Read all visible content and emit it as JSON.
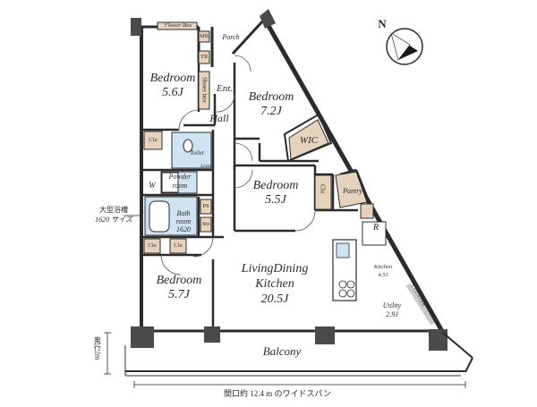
{
  "rooms": {
    "bedroom_nw": {
      "name": "Bedroom",
      "size": "5.6J"
    },
    "bedroom_ne": {
      "name": "Bedroom",
      "size": "7.2J"
    },
    "bedroom_mid": {
      "name": "Bedroom",
      "size": "5.5J"
    },
    "bedroom_sw": {
      "name": "Bedroom",
      "size": "5.7J"
    },
    "ldk": {
      "line1": "LivingDining",
      "line2": "Kitchen",
      "size": "20.5J"
    },
    "kitchen": {
      "name": "Kitchen",
      "size": "4.5J"
    },
    "utility": {
      "name": "Utility",
      "size": "2.9J"
    },
    "balcony": "Balcony",
    "hall": "Hall",
    "entrance": "Ent.",
    "porch": "Porch",
    "flower_box": "Flower Box",
    "mb": "MB",
    "tr": "TR",
    "shoes_box": "Shoes box",
    "wic": "WIC",
    "toilet": "Toilet",
    "linen": "Linen",
    "powder_room": {
      "line1": "Powder",
      "line2": "room"
    },
    "washer": "W",
    "bathroom": {
      "line1": "Bath",
      "line2": "room",
      "size": "1620"
    },
    "ps": "PS",
    "sto": "Sto",
    "pantry": "Pantry",
    "cla": "Cla",
    "refrigerator": "R",
    "counter": "COUNTER"
  },
  "annotations": {
    "bath_note_line1": "大型浴槽",
    "bath_note_line2": "1620 サイズ",
    "depth_label": "奥行2m",
    "width_label": "間口約 12.4 m のワイドスパン"
  },
  "compass": {
    "letter": "N",
    "icon": "compass-icon"
  },
  "colors": {
    "wall": "#2b2b2b",
    "door_panel": "#e6d3bd",
    "wet_area": "#cfe3f2",
    "balcony_floor": "#ffffff"
  }
}
